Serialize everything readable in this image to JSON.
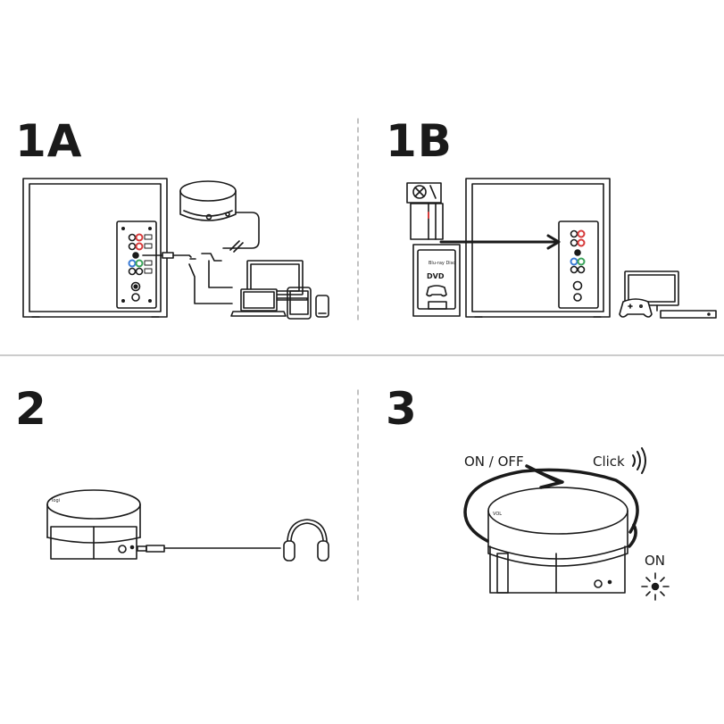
{
  "steps": {
    "step_1a": "1A",
    "step_1b": "1B",
    "step_2": "2",
    "step_3": "3"
  },
  "step3": {
    "on_off_label": "ON / OFF",
    "click_label": "Click",
    "on_label": "ON",
    "vol_label": "VOL"
  },
  "step1b": {
    "bluray_label": "Blu-ray Disc",
    "dvd_label": "DVD"
  },
  "colors": {
    "line": "#1a1a1a",
    "rca_red": "#d63a3a",
    "rca_blue": "#3a7bd5",
    "rca_green": "#3aa35a",
    "divider": "#9a9a9a"
  }
}
